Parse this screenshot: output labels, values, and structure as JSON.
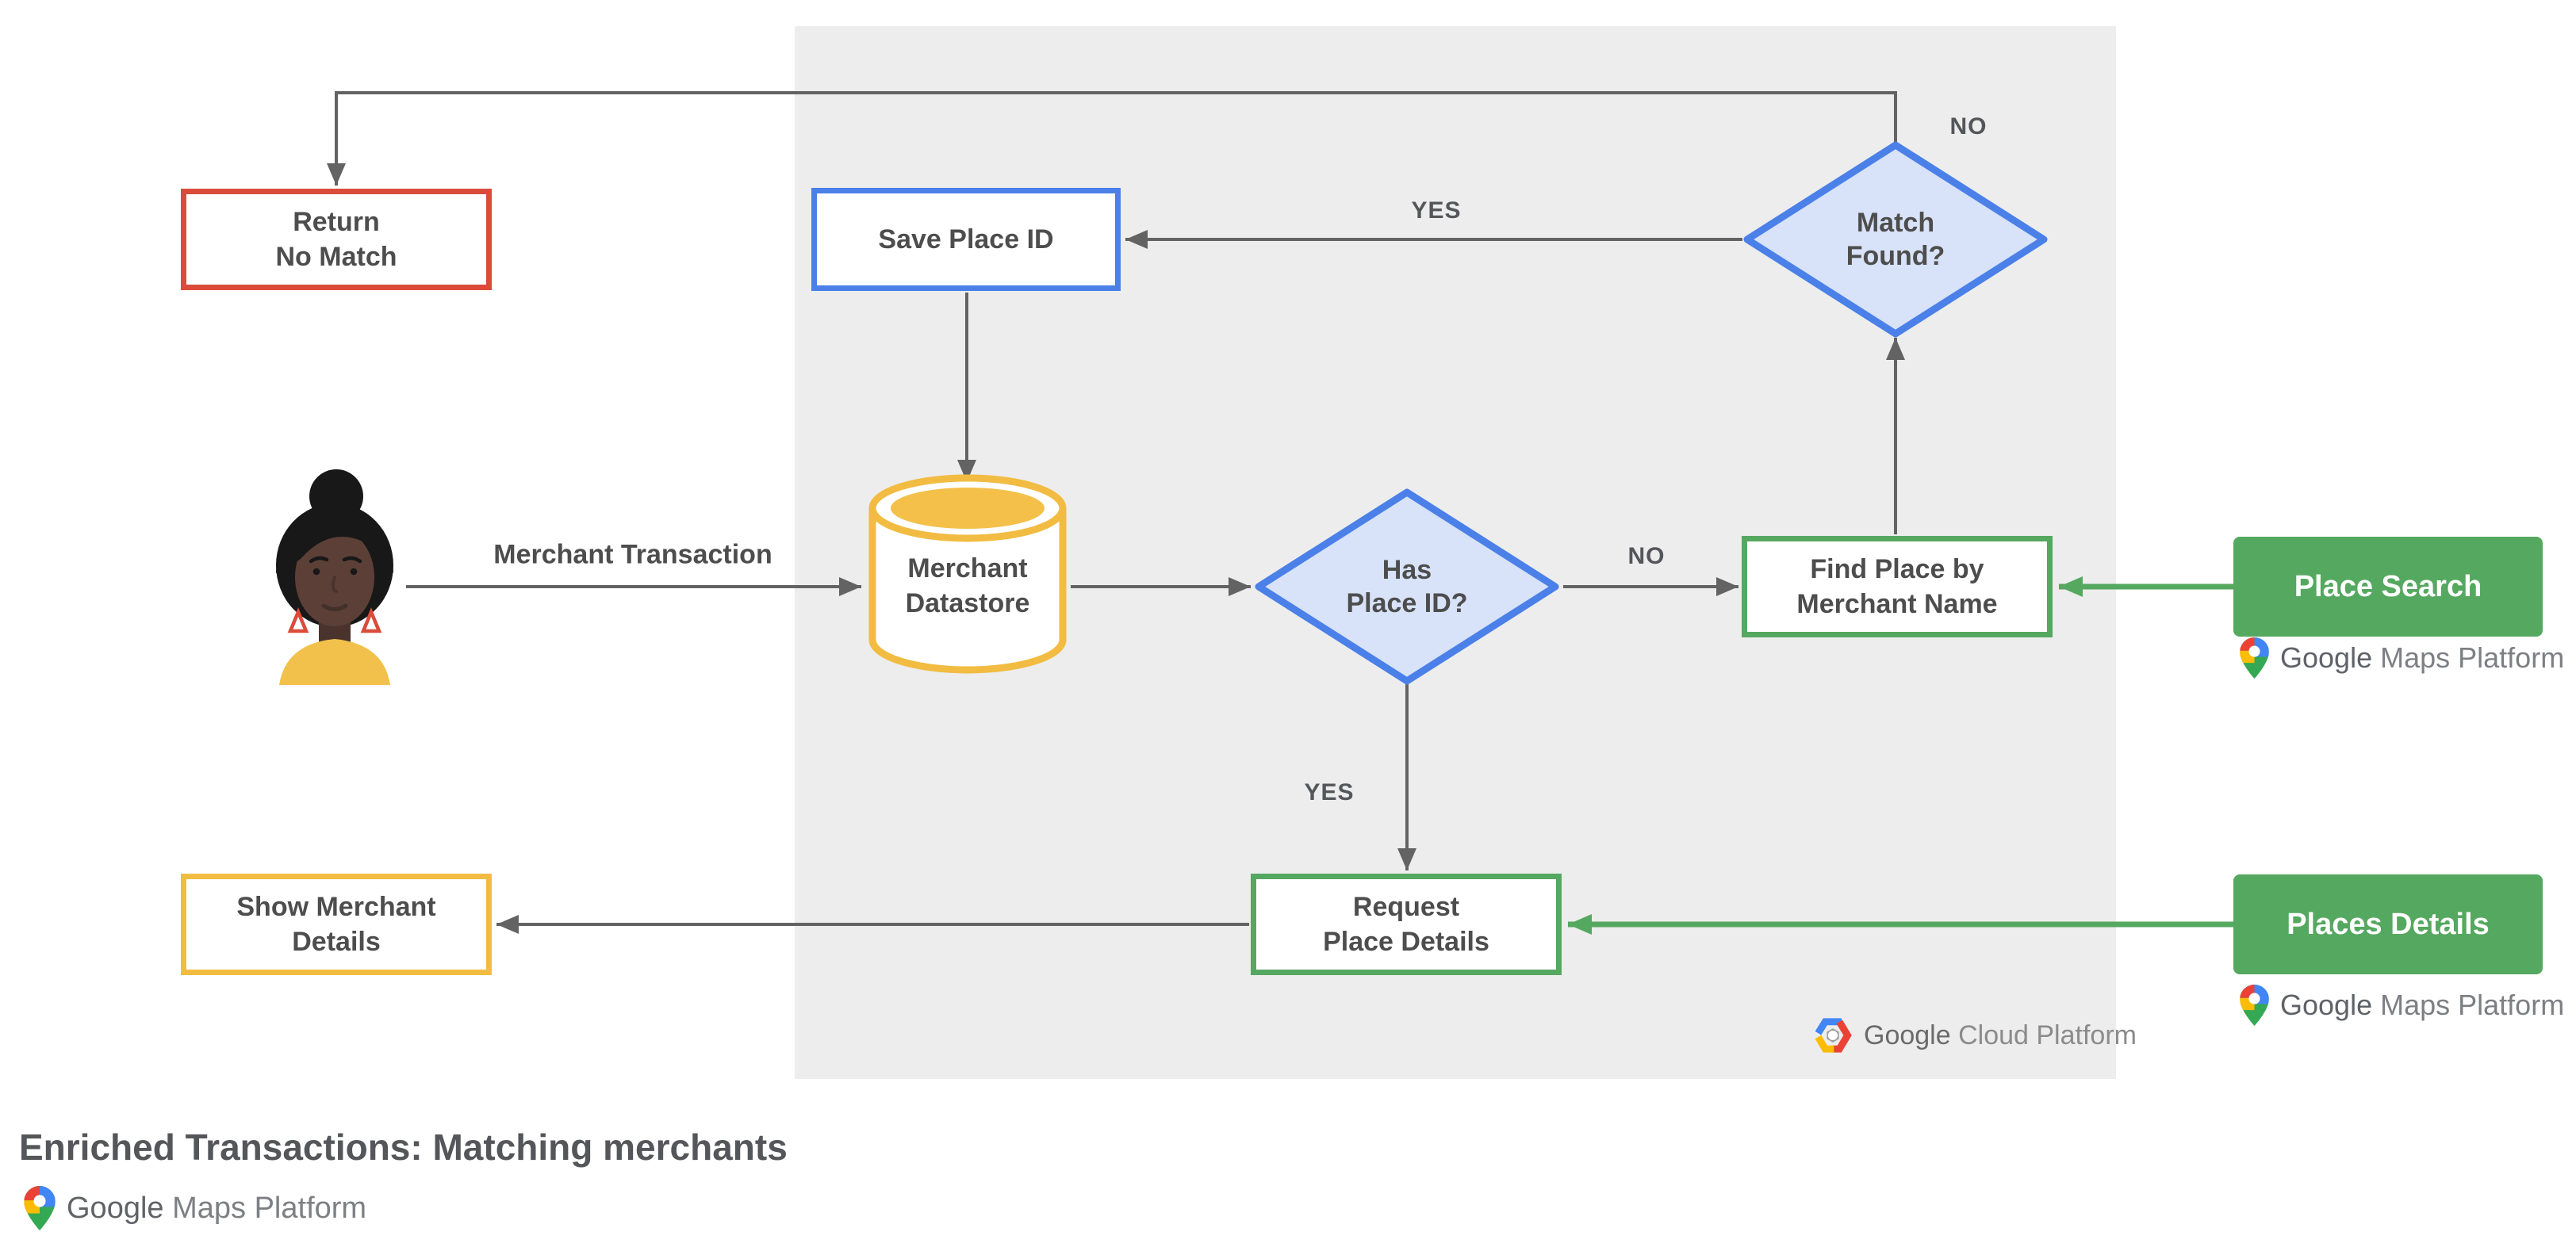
{
  "title": "Enriched Transactions: Matching merchants",
  "nodes": {
    "return_no_match": "Return\nNo Match",
    "save_place_id": "Save Place ID",
    "merchant_datastore": "Merchant\nDatastore",
    "has_place_id": "Has\nPlace ID?",
    "match_found": "Match\nFound?",
    "find_place_by_merchant_name": "Find Place by\nMerchant Name",
    "request_place_details": "Request\nPlace Details",
    "show_merchant_details": "Show Merchant\nDetails",
    "place_search": "Place Search",
    "places_details": "Places Details"
  },
  "edge_labels": {
    "match_found_no": "NO",
    "match_found_yes": "YES",
    "has_place_id_no": "NO",
    "has_place_id_yes": "YES",
    "merchant_transaction": "Merchant Transaction"
  },
  "logos": {
    "google_maps_platform": {
      "google": "Google",
      "product": "Maps Platform"
    },
    "google_cloud_platform": {
      "google": "Google",
      "product": "Cloud Platform"
    }
  },
  "colors": {
    "panel": "#EDEDED",
    "arrow": "#636363",
    "blue_border": "#4A80E8",
    "diamond_fill": "#D8E2F8",
    "red_border": "#DB4B3A",
    "yellow_border": "#F2BC42",
    "green": "#55A85F",
    "node_text": "#4D4D4D"
  }
}
